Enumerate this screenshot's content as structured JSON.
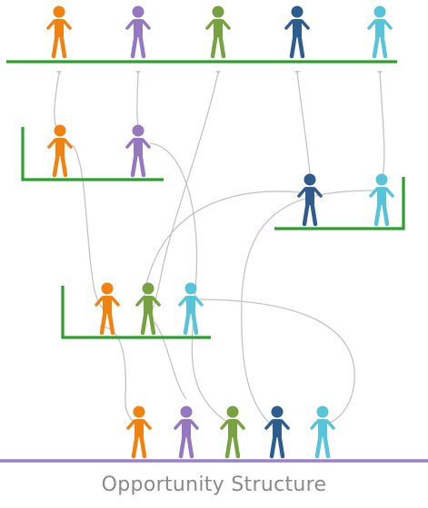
{
  "caption": "Opportunity Structure",
  "colors": {
    "orange": "#f0820f",
    "purple": "#9578c0",
    "olive": "#76a240",
    "navy": "#2e5c8c",
    "cyan": "#57c4d9",
    "shelf": "#2ca02c",
    "base": "#9b7fc9",
    "connector": "#c4c4c4"
  },
  "groups": [
    {
      "id": "top-row",
      "people": [
        "orange",
        "purple",
        "olive",
        "navy",
        "cyan"
      ]
    },
    {
      "id": "left-box",
      "people": [
        "orange",
        "purple"
      ]
    },
    {
      "id": "right-box",
      "people": [
        "navy",
        "cyan"
      ]
    },
    {
      "id": "middle-box",
      "people": [
        "orange",
        "olive",
        "cyan"
      ]
    },
    {
      "id": "bottom-row",
      "people": [
        "orange",
        "purple",
        "olive",
        "navy",
        "cyan"
      ]
    }
  ]
}
